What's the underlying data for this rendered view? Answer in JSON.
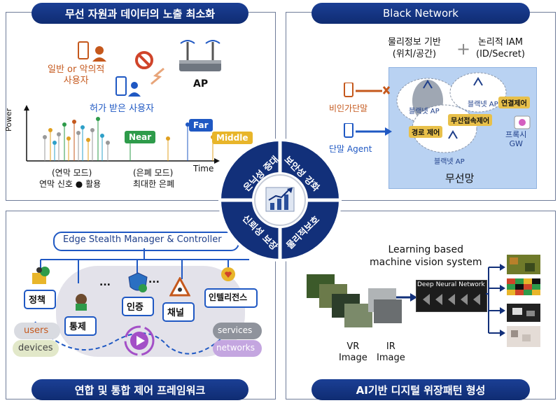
{
  "top_left": {
    "title": "무선 자원과 데이터의 노출 최소화",
    "general_user": "일반 or 악의적\n사용자",
    "ap_label": "AP",
    "auth_user": "허가 받은 사용자",
    "power_label": "Power",
    "time_label": "Time",
    "near": "Near",
    "far": "Far",
    "middle": "Middle",
    "mode1": "(연막 모드)",
    "mode1_desc": "연막 신호 ● 활용",
    "mode2": "(은폐 모드)",
    "mode2_desc": "최대한 은폐"
  },
  "top_right": {
    "title": "Black Network",
    "physical": "물리정보 기반\n(위치/공간)",
    "plus": "+",
    "logical": "논리적 IAM\n(ID/Secret)",
    "unauth_terminal": "비인가단말",
    "terminal_agent": "단말 Agent",
    "black_ap_1": "블랙넷 AP",
    "black_ap_2": "블랙넷 AP",
    "black_ap_3": "블랙넷 AP",
    "path_control": "경로 제어",
    "wireless_access_control": "무선접속제어",
    "connection_control": "연결제어",
    "proxy": "프록시\nGW",
    "wireless_network": "무선망"
  },
  "center": {
    "q1": "은닉성 증대",
    "q2": "보안성 강화",
    "q3": "신뢰성 보장",
    "q4": "물리적보호"
  },
  "bottom_left": {
    "title": "연합 및 통합 제어 프레임워크",
    "manager": "Edge Stealth Manager & Controller",
    "policy": "정책",
    "control": "통제",
    "auth": "인증",
    "channel": "채널",
    "intel": "인텔리전스",
    "users": "users",
    "devices": "devices",
    "services": "services",
    "networks": "networks",
    "ellipsis1": "...",
    "ellipsis2": "..."
  },
  "bottom_right": {
    "title": "AI기반 디지털 위장패턴 형성",
    "system": "Learning based\nmachine vision system",
    "dnn": "Deep Neural Network",
    "vr": "VR\nImage",
    "ir": "IR\nImage"
  },
  "colors": {
    "navy": "#12307a",
    "orange": "#c5581c",
    "blue": "#1f58c3",
    "green": "#2e9b4a",
    "yellow": "#e8b52a"
  }
}
